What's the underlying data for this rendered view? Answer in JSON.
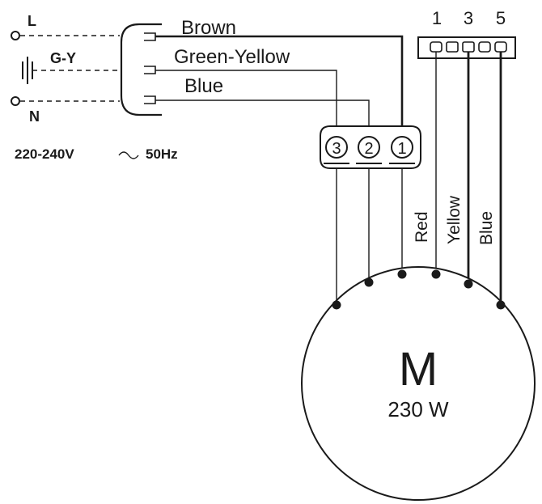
{
  "supply": {
    "line_label": "L",
    "earth_label": "G-Y",
    "neutral_label": "N",
    "rating_label": "220-240V",
    "tilde": "~",
    "frequency_label": "50Hz"
  },
  "plug_wires": {
    "brown": "Brown",
    "green_yellow": "Green-Yellow",
    "blue": "Blue"
  },
  "terminal_block_a": {
    "terminals": [
      "3",
      "2",
      "1"
    ]
  },
  "terminal_block_b": {
    "terminals": [
      "1",
      "3",
      "5"
    ]
  },
  "motor_leads": {
    "red": "Red",
    "yellow": "Yellow",
    "blue": "Blue"
  },
  "motor": {
    "symbol": "M",
    "power": "230 W"
  }
}
